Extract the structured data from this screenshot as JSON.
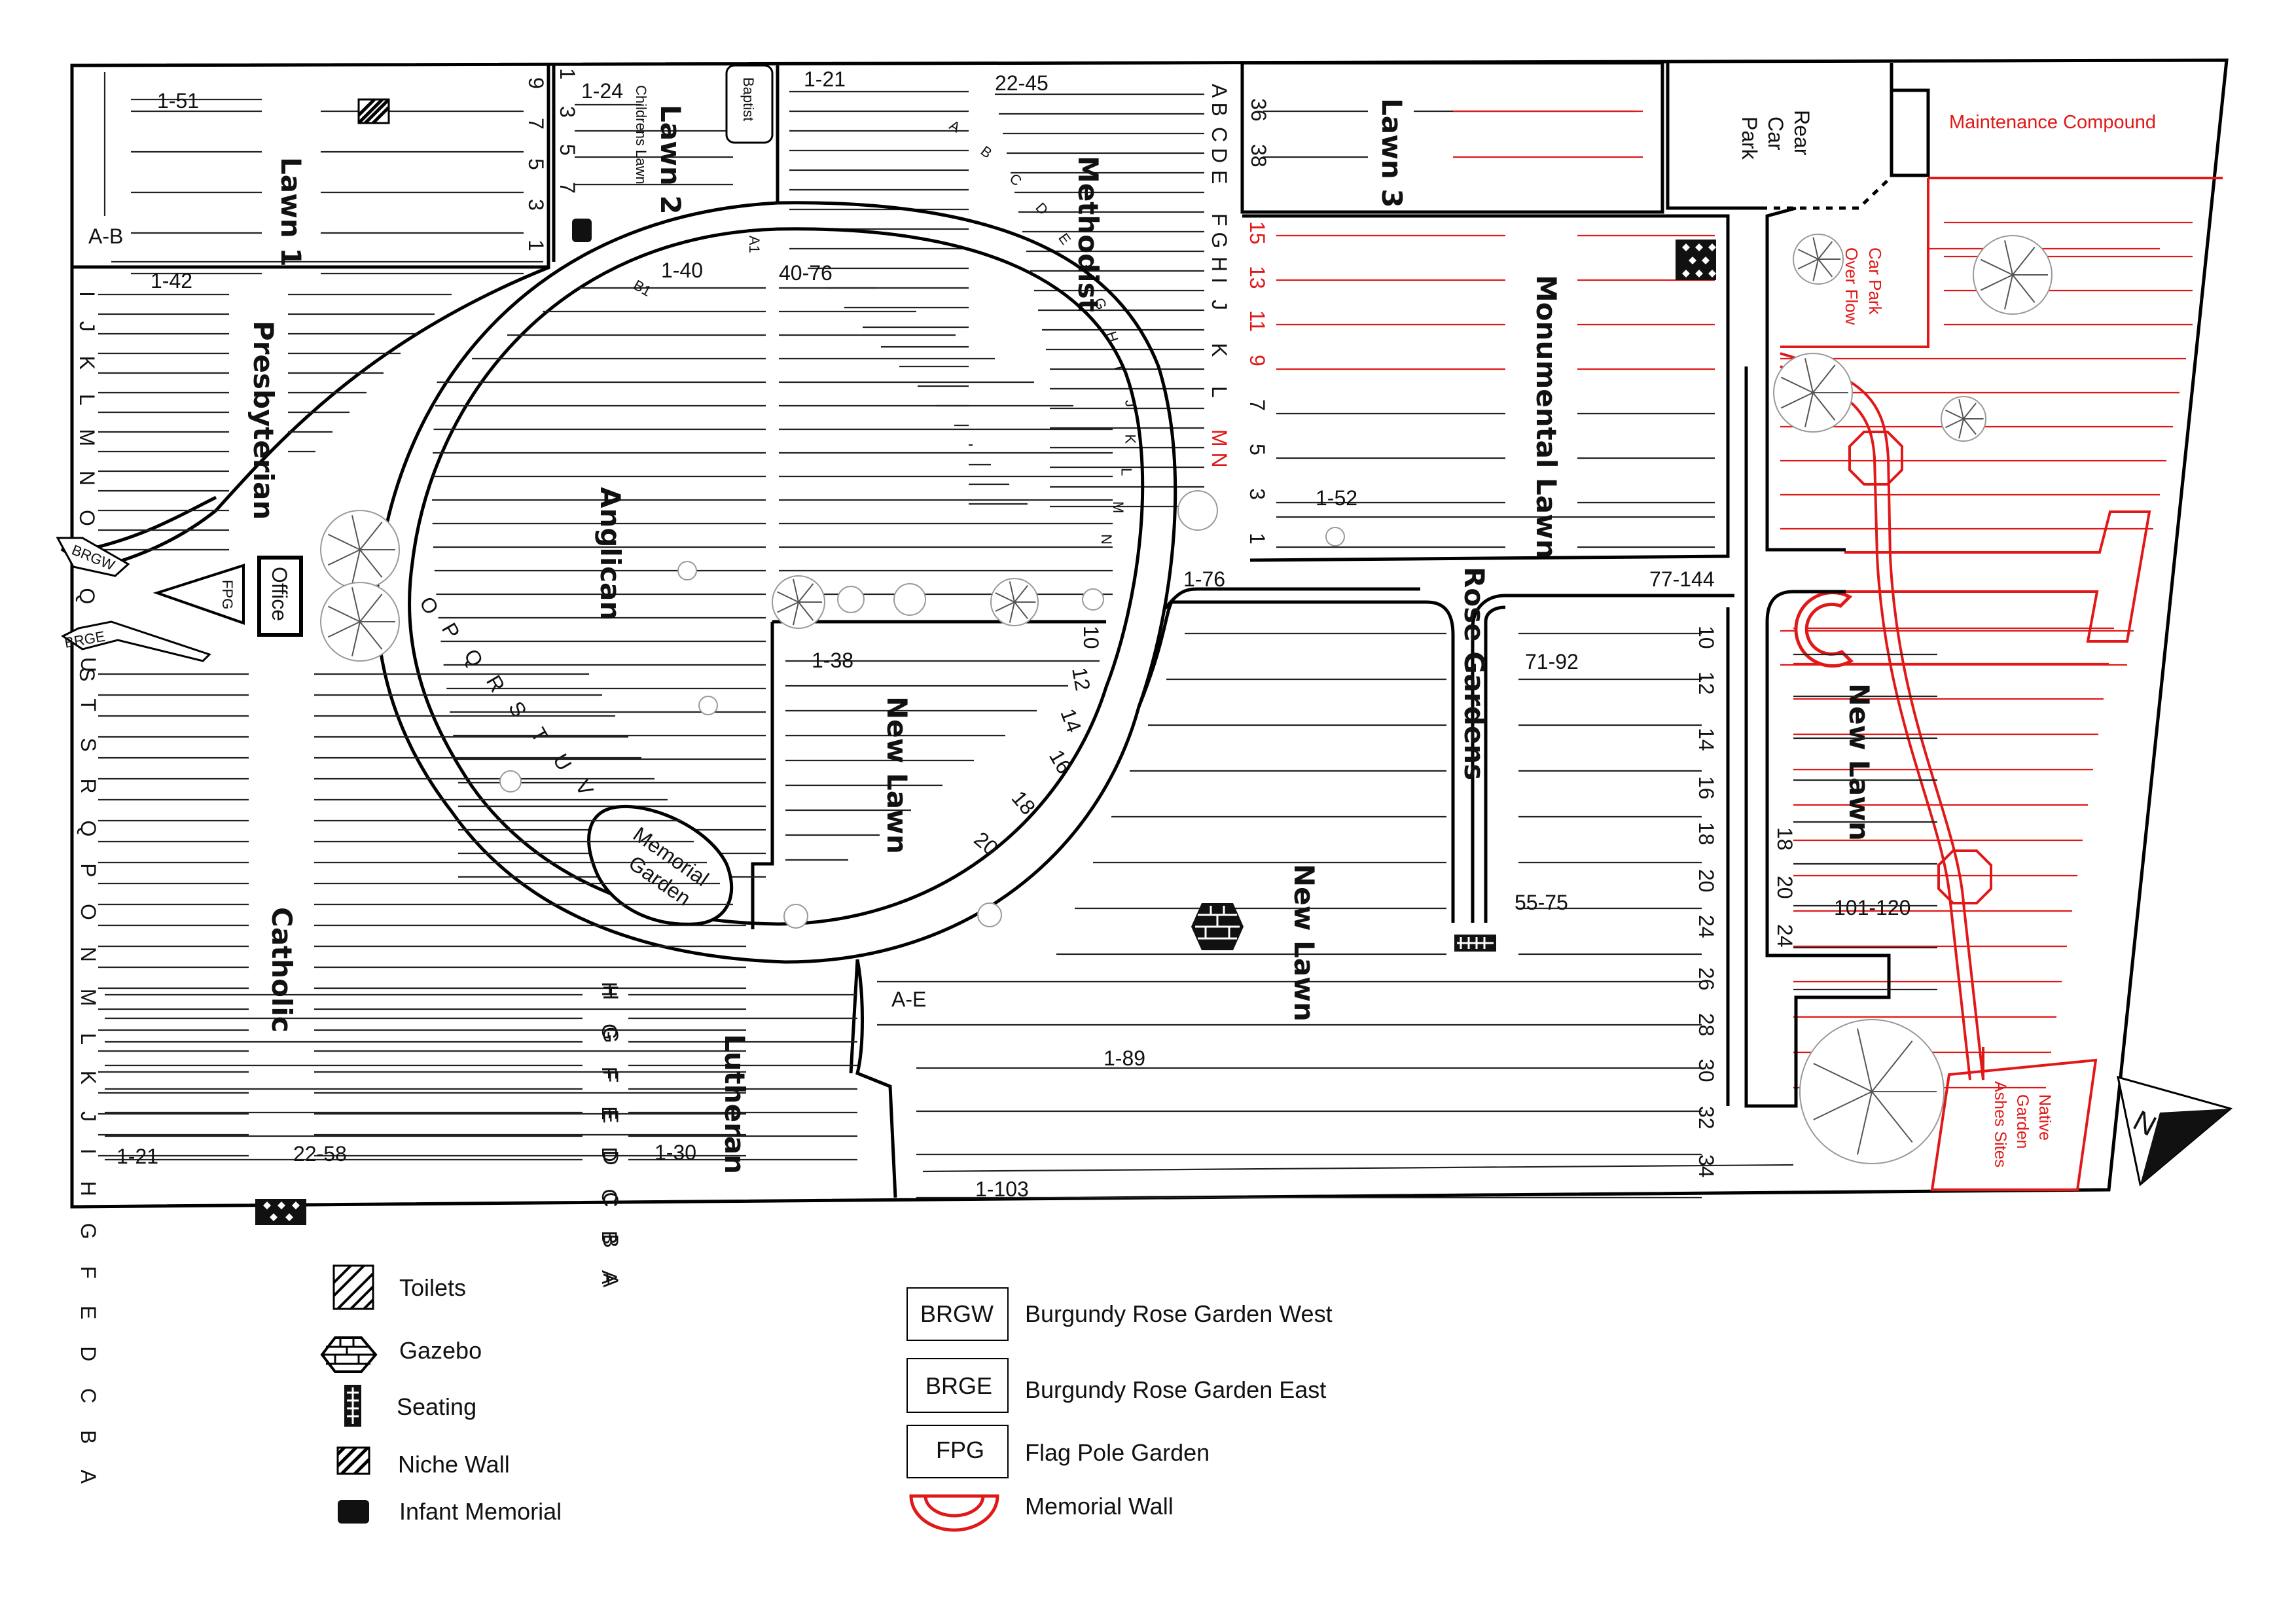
{
  "sections": {
    "lawn1": "Lawn 1",
    "lawn2": "Lawn 2",
    "childrens_lawn": "Childrens Lawn",
    "baptist": "Baptist",
    "methodist": "Methodist",
    "lawn3": "Lawn 3",
    "rear_car_park": [
      "Rear",
      "Car",
      "Park"
    ],
    "maintenance": "Maintenance Compound",
    "car_park_overflow": [
      "Car Park",
      "Over Flow"
    ],
    "presbyterian": "Presbyterian",
    "anglican": "Anglican",
    "monumental_lawn": "Monumental Lawn",
    "rose_gardens": "Rose Gardens",
    "new_lawn": "New Lawn",
    "catholic": "Catholic",
    "lutheran": "Lutheran",
    "memorial_garden": [
      "Memorial",
      "Garden"
    ],
    "native_garden": [
      "Native",
      "Garden",
      "Ashes Sites"
    ],
    "office": "Office",
    "fpg": "FPG",
    "brgw": "BRGW",
    "brge": "BRGE",
    "north": "N"
  },
  "ranges": {
    "lawn1": "1-51",
    "lawn1_ab": "A-B",
    "lawn2": "1-24",
    "methodist_a": "1-21",
    "methodist_b": "22-45",
    "presby": "1-42",
    "angl_a": "1-40",
    "angl_b": "40-76",
    "mon": "1-52",
    "rose_a": "1-76",
    "rose_b": "77-144",
    "rose_c": "71-92",
    "rose_d": "55-75",
    "newlawn_a": "1-38",
    "newlawn_ae": "A-E",
    "newlawn_b": "1-89",
    "newlawn_c": "1-103",
    "east": "101-120",
    "cath_a": "1-21",
    "cath_b": "22-58",
    "luth": "1-30",
    "a1": "A1",
    "b1": "B1"
  },
  "row_labels": {
    "lawn1_right": [
      "9",
      "7",
      "5",
      "3",
      "1"
    ],
    "lawn2_left": [
      "1",
      "3",
      "5",
      "7"
    ],
    "methodist_right": [
      "A B",
      "C D",
      "E",
      "F G",
      "H I",
      "J",
      "K",
      "L",
      "M N"
    ],
    "lawn3_left": [
      "36",
      "38"
    ],
    "mon_left_red": [
      "15",
      "13",
      "11",
      "9"
    ],
    "mon_left": [
      "7",
      "5",
      "3",
      "1"
    ],
    "presby_left": "I J K L M N O P Q R S",
    "anglican_inner": [
      "A",
      "B",
      "C",
      "D",
      "E",
      "F",
      "G",
      "H",
      "I",
      "J",
      "K",
      "L",
      "M",
      "N"
    ],
    "anglican_low": [
      "O",
      "P",
      "Q",
      "R",
      "S",
      "T",
      "U",
      "V"
    ],
    "newlawn_inner": [
      "10",
      "12",
      "14",
      "16",
      "18",
      "20"
    ],
    "rose_right": [
      "10",
      "12",
      "14",
      "16",
      "18",
      "20",
      "24",
      "26",
      "28",
      "30",
      "32",
      "34"
    ],
    "east_left": [
      "18",
      "20",
      "24"
    ],
    "catholic_left": "U T S R Q P O N M L K J I H G F E D C B A",
    "lutheran_left": "H G F E D C B A",
    "lutheran_right": "H G F E D C B A"
  },
  "legend": {
    "toilets": "Toilets",
    "gazebo": "Gazebo",
    "seating": "Seating",
    "niche_wall": "Niche Wall",
    "infant_memorial": "Infant Memorial",
    "brgw_abbr": "BRGW",
    "brgw": "Burgundy Rose Garden West",
    "brge_abbr": "BRGE",
    "brge": "Burgundy Rose Garden East",
    "fpg_abbr": "FPG",
    "fpg": "Flag Pole Garden",
    "memorial_wall": "Memorial Wall"
  },
  "colors": {
    "ink": "#111111",
    "red": "#e01818"
  }
}
